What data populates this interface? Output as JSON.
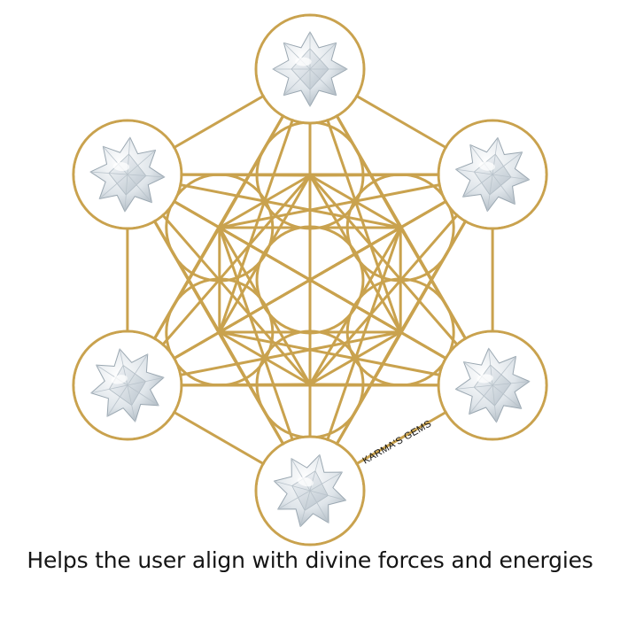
{
  "caption": "Helps the user align with divine forces and energies",
  "watermark": "KARMA'S GEMS",
  "colors": {
    "line": "#c9a24e",
    "crystal_light": "#f2f5f7",
    "crystal_mid": "#d3dbe1",
    "crystal_dark": "#a9b5be",
    "background": "#ffffff",
    "text": "#151515"
  },
  "figure": {
    "name": "metatrons-cube",
    "crystal": "merkaba-star-crystal",
    "crystal_count": 6
  }
}
